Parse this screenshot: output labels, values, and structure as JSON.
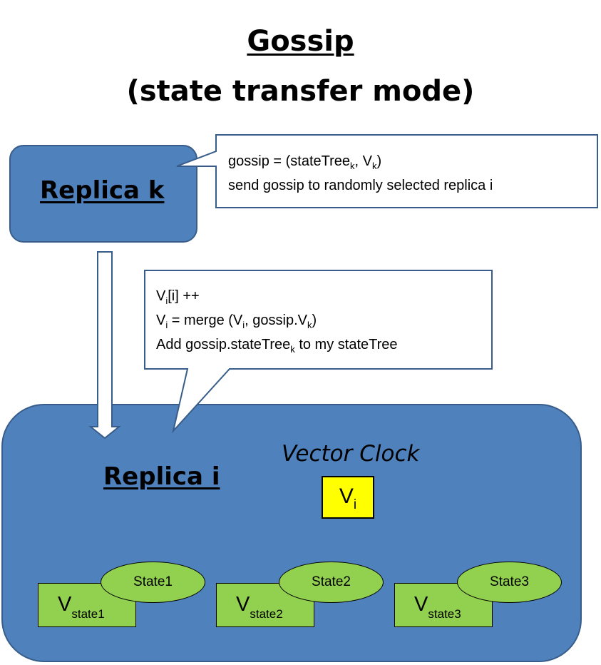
{
  "title": {
    "line1": "Gossip",
    "line2": "(state transfer mode)"
  },
  "replica_k": {
    "label": "Replica k"
  },
  "callout_k": {
    "line1_pre": "gossip = (stateTree",
    "line1_sub1": "k",
    "line1_mid": ", V",
    "line1_sub2": "k",
    "line1_post": ")",
    "line2": "send gossip to randomly selected replica i"
  },
  "callout_i": {
    "line1_pre": "V",
    "line1_sub": "i",
    "line1_post": "[i] ++",
    "line2_pre": "V",
    "line2_sub1": "i",
    "line2_mid1": " = merge (V",
    "line2_sub2": "i",
    "line2_mid2": ", gossip.V",
    "line2_sub3": "k",
    "line2_post": ")",
    "line3_pre": "Add gossip.stateTree",
    "line3_sub": "k",
    "line3_post": " to my stateTree"
  },
  "replica_i": {
    "label": "Replica i",
    "vector_clock_label": "Vector Clock",
    "vector_clock": {
      "base": "V",
      "sub": "i"
    }
  },
  "states": [
    {
      "oval": "State1",
      "v_base": "V",
      "v_sub": "state1"
    },
    {
      "oval": "State2",
      "v_base": "V",
      "v_sub": "state2"
    },
    {
      "oval": "State3",
      "v_base": "V",
      "v_sub": "state3"
    }
  ],
  "colors": {
    "replica_fill": "#4f81bd",
    "replica_border": "#385d8a",
    "state_fill": "#92d050",
    "vector_clock_fill": "#ffff00"
  }
}
